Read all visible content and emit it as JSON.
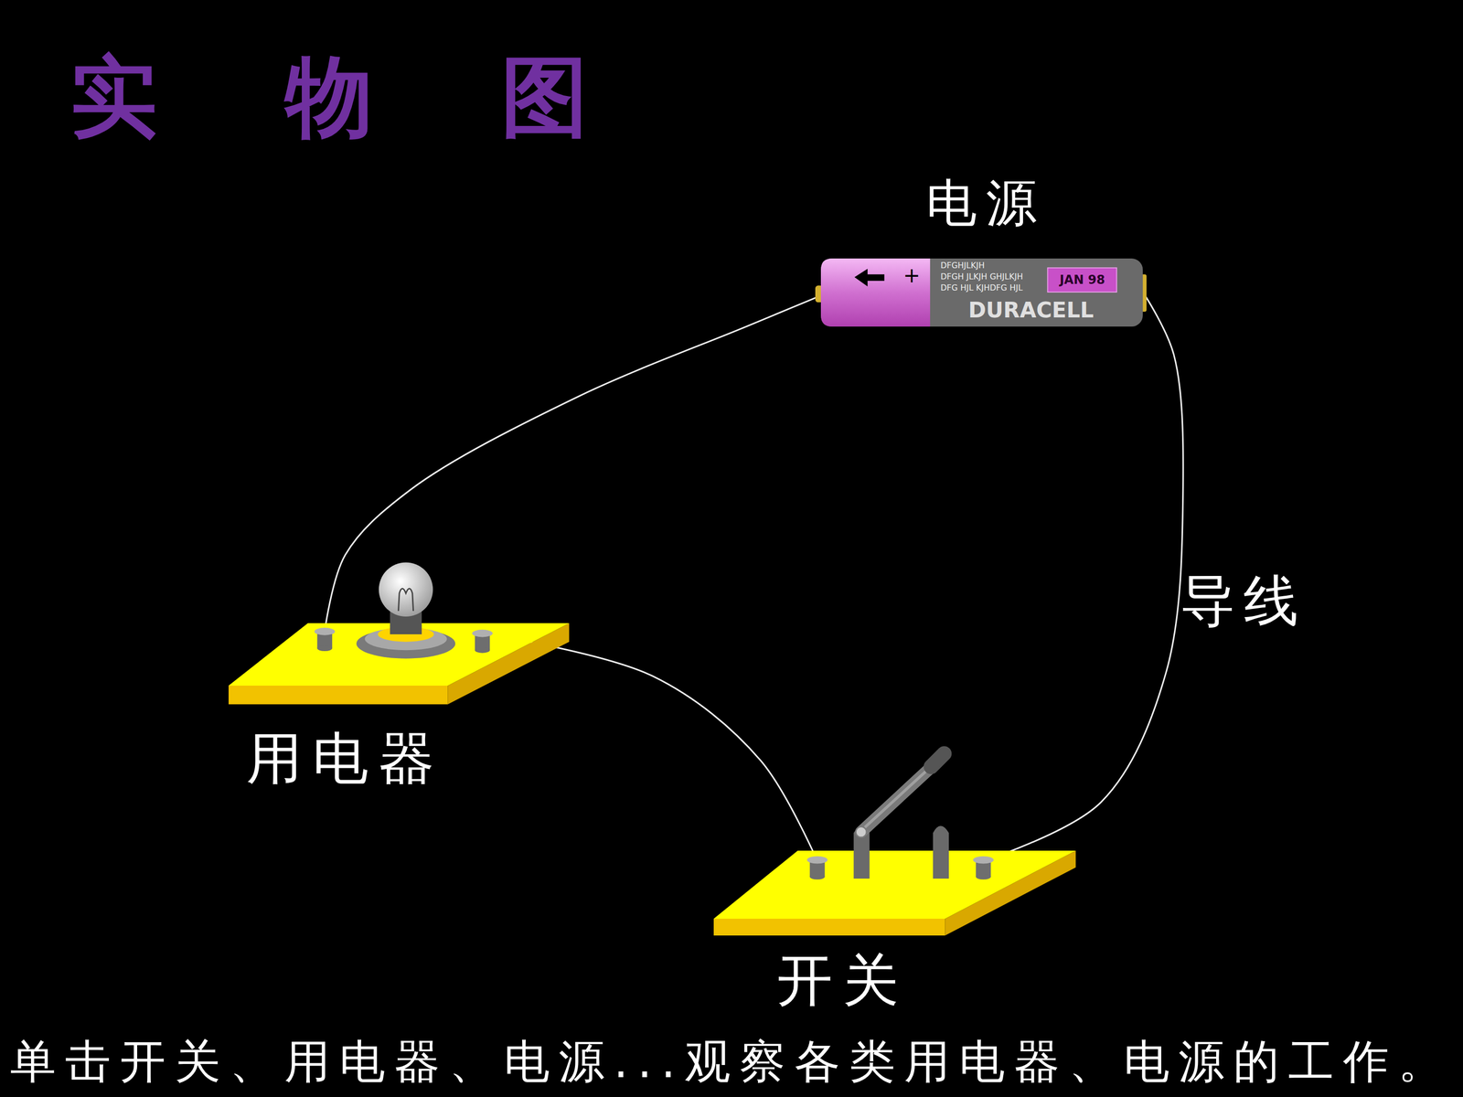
{
  "diagram": {
    "title": "实物图",
    "caption": "单击开关、用电器、电源...观察各类用电器、电源的工作。",
    "nodes": [
      {
        "text": [
          "电源",
          "+",
          "DFGHJLKJH",
          "DFGH JLKJH GHJLKJH",
          "DFG HJL KJHDFG HJL",
          "JAN 98",
          "DURACELL"
        ]
      },
      {
        "text": [
          "用电器"
        ]
      },
      {
        "text": [
          "开关"
        ]
      }
    ],
    "edges": [
      {
        "from": 0,
        "to": 1,
        "arrow": "none"
      },
      {
        "from": 1,
        "to": 2,
        "arrow": "none"
      },
      {
        "from": 2,
        "to": 0,
        "label": "导线",
        "arrow": "none"
      }
    ]
  }
}
